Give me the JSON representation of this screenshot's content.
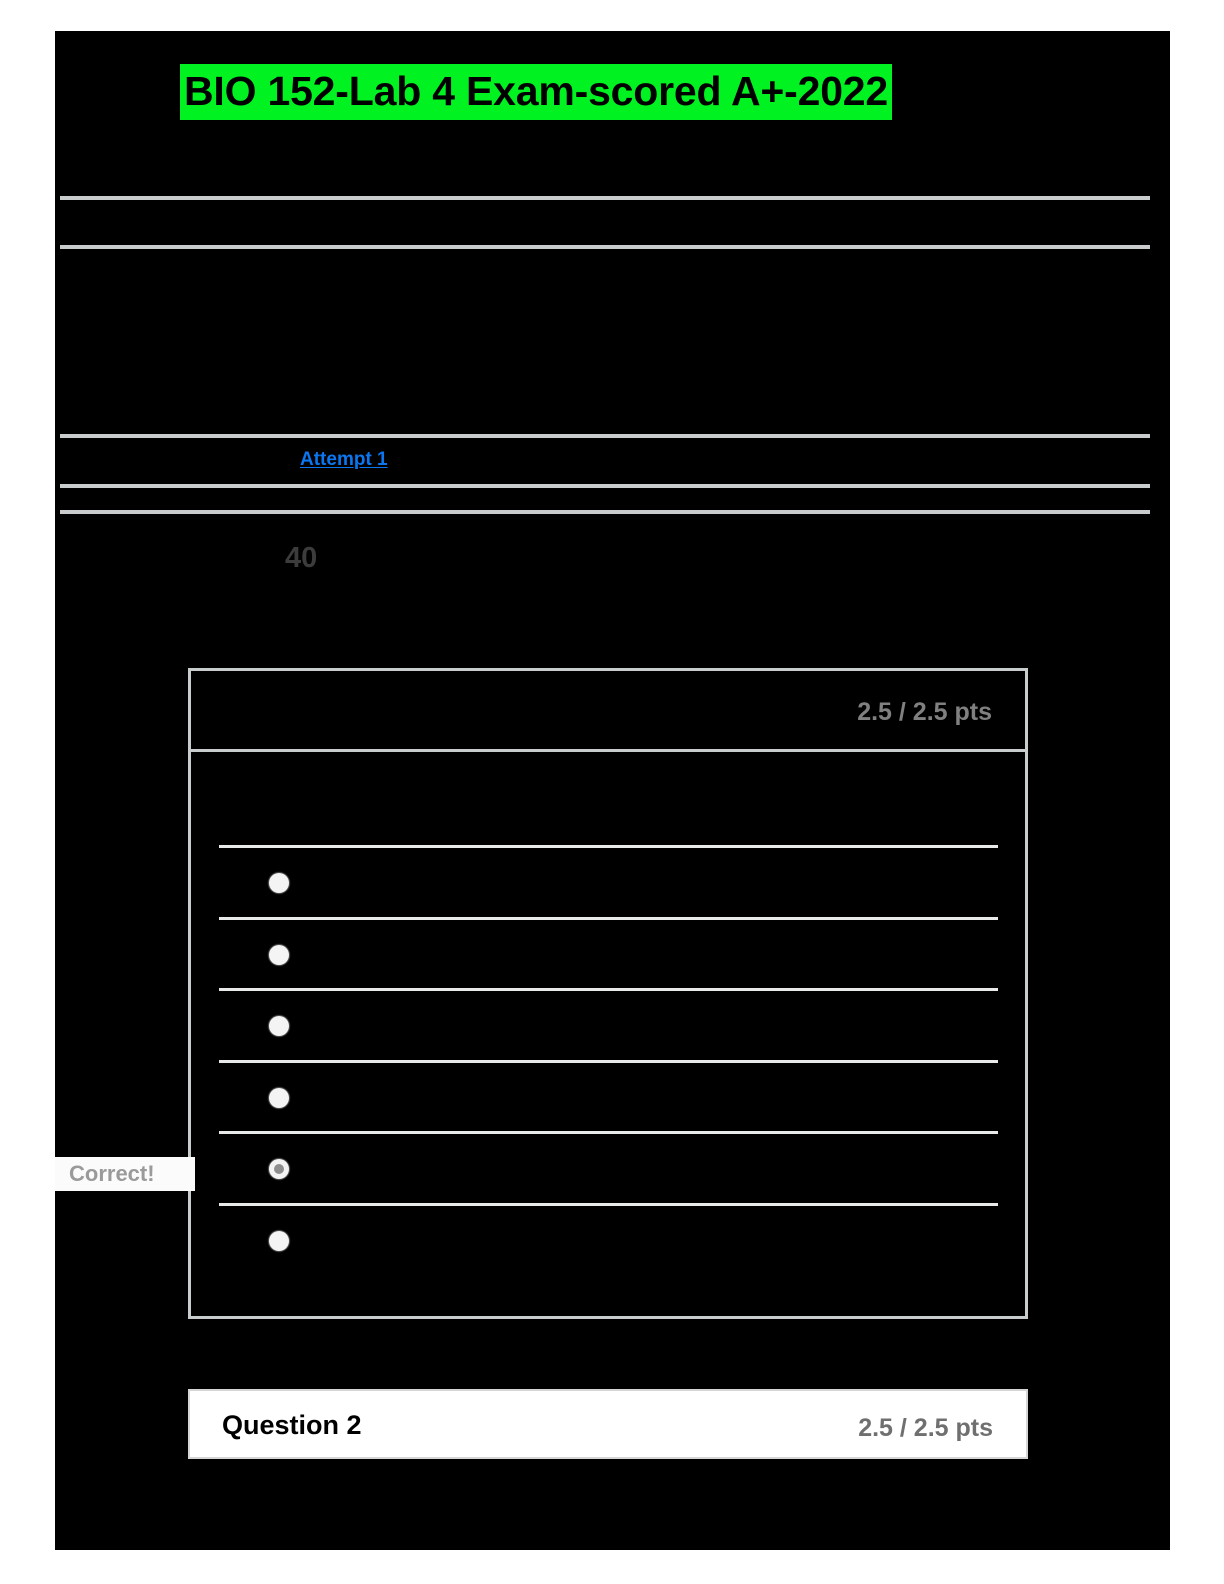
{
  "document": {
    "title": "BIO 152-Lab 4 Exam-scored A+-2022",
    "title_highlight_color": "#00f321",
    "background_color": "#000000"
  },
  "attempt": {
    "link_label": "Attempt 1",
    "link_color": "#0b76ef"
  },
  "score_summary": {
    "value": "40"
  },
  "question_1": {
    "points": "2.5 / 2.5 pts",
    "feedback_badge": "Correct!",
    "options": [
      {
        "index": 1,
        "selected": false
      },
      {
        "index": 2,
        "selected": false
      },
      {
        "index": 3,
        "selected": false
      },
      {
        "index": 4,
        "selected": false
      },
      {
        "index": 5,
        "selected": true
      },
      {
        "index": 6,
        "selected": false
      }
    ]
  },
  "question_2": {
    "label": "Question 2",
    "points": "2.5 / 2.5 pts"
  }
}
